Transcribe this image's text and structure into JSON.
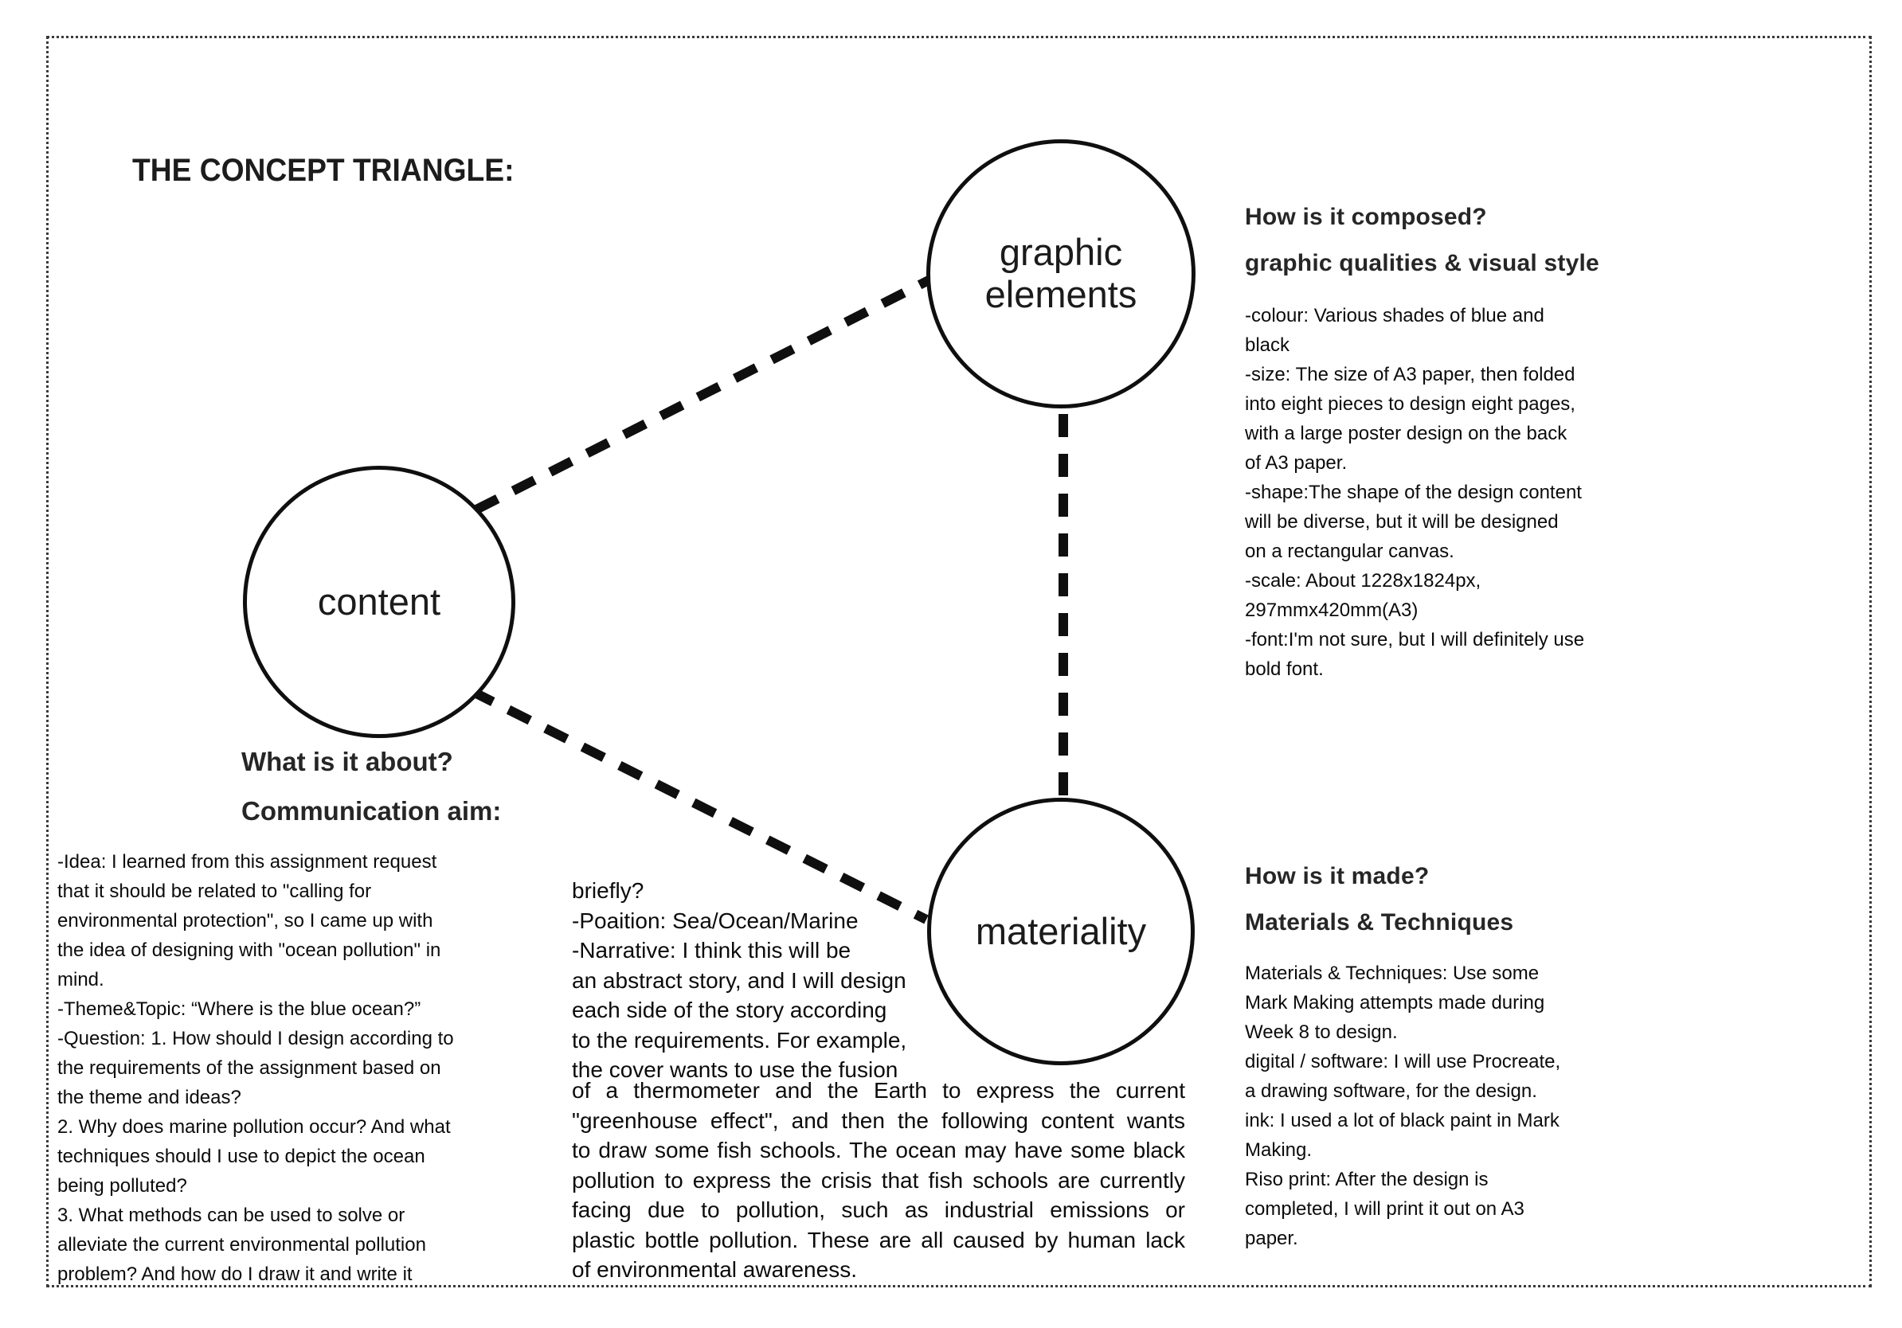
{
  "colors": {
    "ink": "#0f0f0f",
    "heading": "#262626",
    "border_dots": "#3a3a3a"
  },
  "title": "THE CONCEPT TRIANGLE:",
  "triangle": {
    "nodes": [
      {
        "id": "graphic-elements",
        "label": "graphic\nelements"
      },
      {
        "id": "content",
        "label": "content"
      },
      {
        "id": "materiality",
        "label": "materiality"
      }
    ],
    "connectors": [
      "content-to-graphic-elements",
      "graphic-elements-to-materiality",
      "content-to-materiality"
    ]
  },
  "content_section": {
    "heading1": "What is it about?",
    "heading2": "Communication aim:",
    "body_lines": [
      "-Idea: I learned from this assignment request",
      "that it should be related to \"calling for",
      "environmental protection\", so I came up with",
      "the idea of designing with \"ocean pollution\" in",
      "mind.",
      "-Theme&Topic: “Where is the blue ocean?”",
      "-Question: 1. How should I design according to",
      "the requirements of the assignment based on",
      "the theme and ideas?",
      "2. Why does marine pollution occur? And what",
      "techniques should I use to depict the ocean",
      "being polluted?",
      "3. What methods can be used to solve or",
      "alleviate the current environmental pollution",
      "problem? And how do I draw it and write it"
    ],
    "continuation_narrow_lines": [
      "briefly?",
      "-Poaition: Sea/Ocean/Marine",
      "-Narrative: I think this will be",
      "an abstract story, and I will design",
      "each side of the story according",
      "to the requirements. For example,",
      "the cover wants to use the fusion"
    ],
    "continuation_wide_lines": [
      "of a thermometer and the Earth to express the current",
      "\"greenhouse effect\", and then the following content wants",
      "to draw some fish schools. The ocean may have some black",
      "pollution to express the crisis that fish schools are currently",
      "facing due to pollution, such as industrial emissions or",
      "plastic bottle pollution. These are all caused by human lack"
    ],
    "continuation_last_line": "of environmental awareness."
  },
  "graphic_section": {
    "heading1": "How is it composed?",
    "heading2": "graphic qualities & visual style",
    "body_lines": [
      "-colour: Various shades of blue and",
      "black",
      "-size: The size of A3 paper, then folded",
      "into eight pieces to design eight pages,",
      "with a large poster design on the back",
      "of A3 paper.",
      "-shape:The shape of the design content",
      "will be diverse, but it will be designed",
      "on a rectangular canvas.",
      "-scale: About 1228x1824px,",
      "297mmx420mm(A3)",
      "-font:I'm not sure, but I will definitely use",
      "bold font."
    ]
  },
  "materiality_section": {
    "heading1": "How is it made?",
    "heading2": "Materials & Techniques",
    "body_lines": [
      "Materials & Techniques: Use some",
      "Mark Making attempts made during",
      "Week 8 to design.",
      "digital / software: I will use Procreate,",
      "a drawing software, for the design.",
      "ink: I used a lot of black paint in Mark",
      "Making.",
      "Riso print: After the design is",
      "completed, I will print it out on A3",
      "paper."
    ]
  }
}
